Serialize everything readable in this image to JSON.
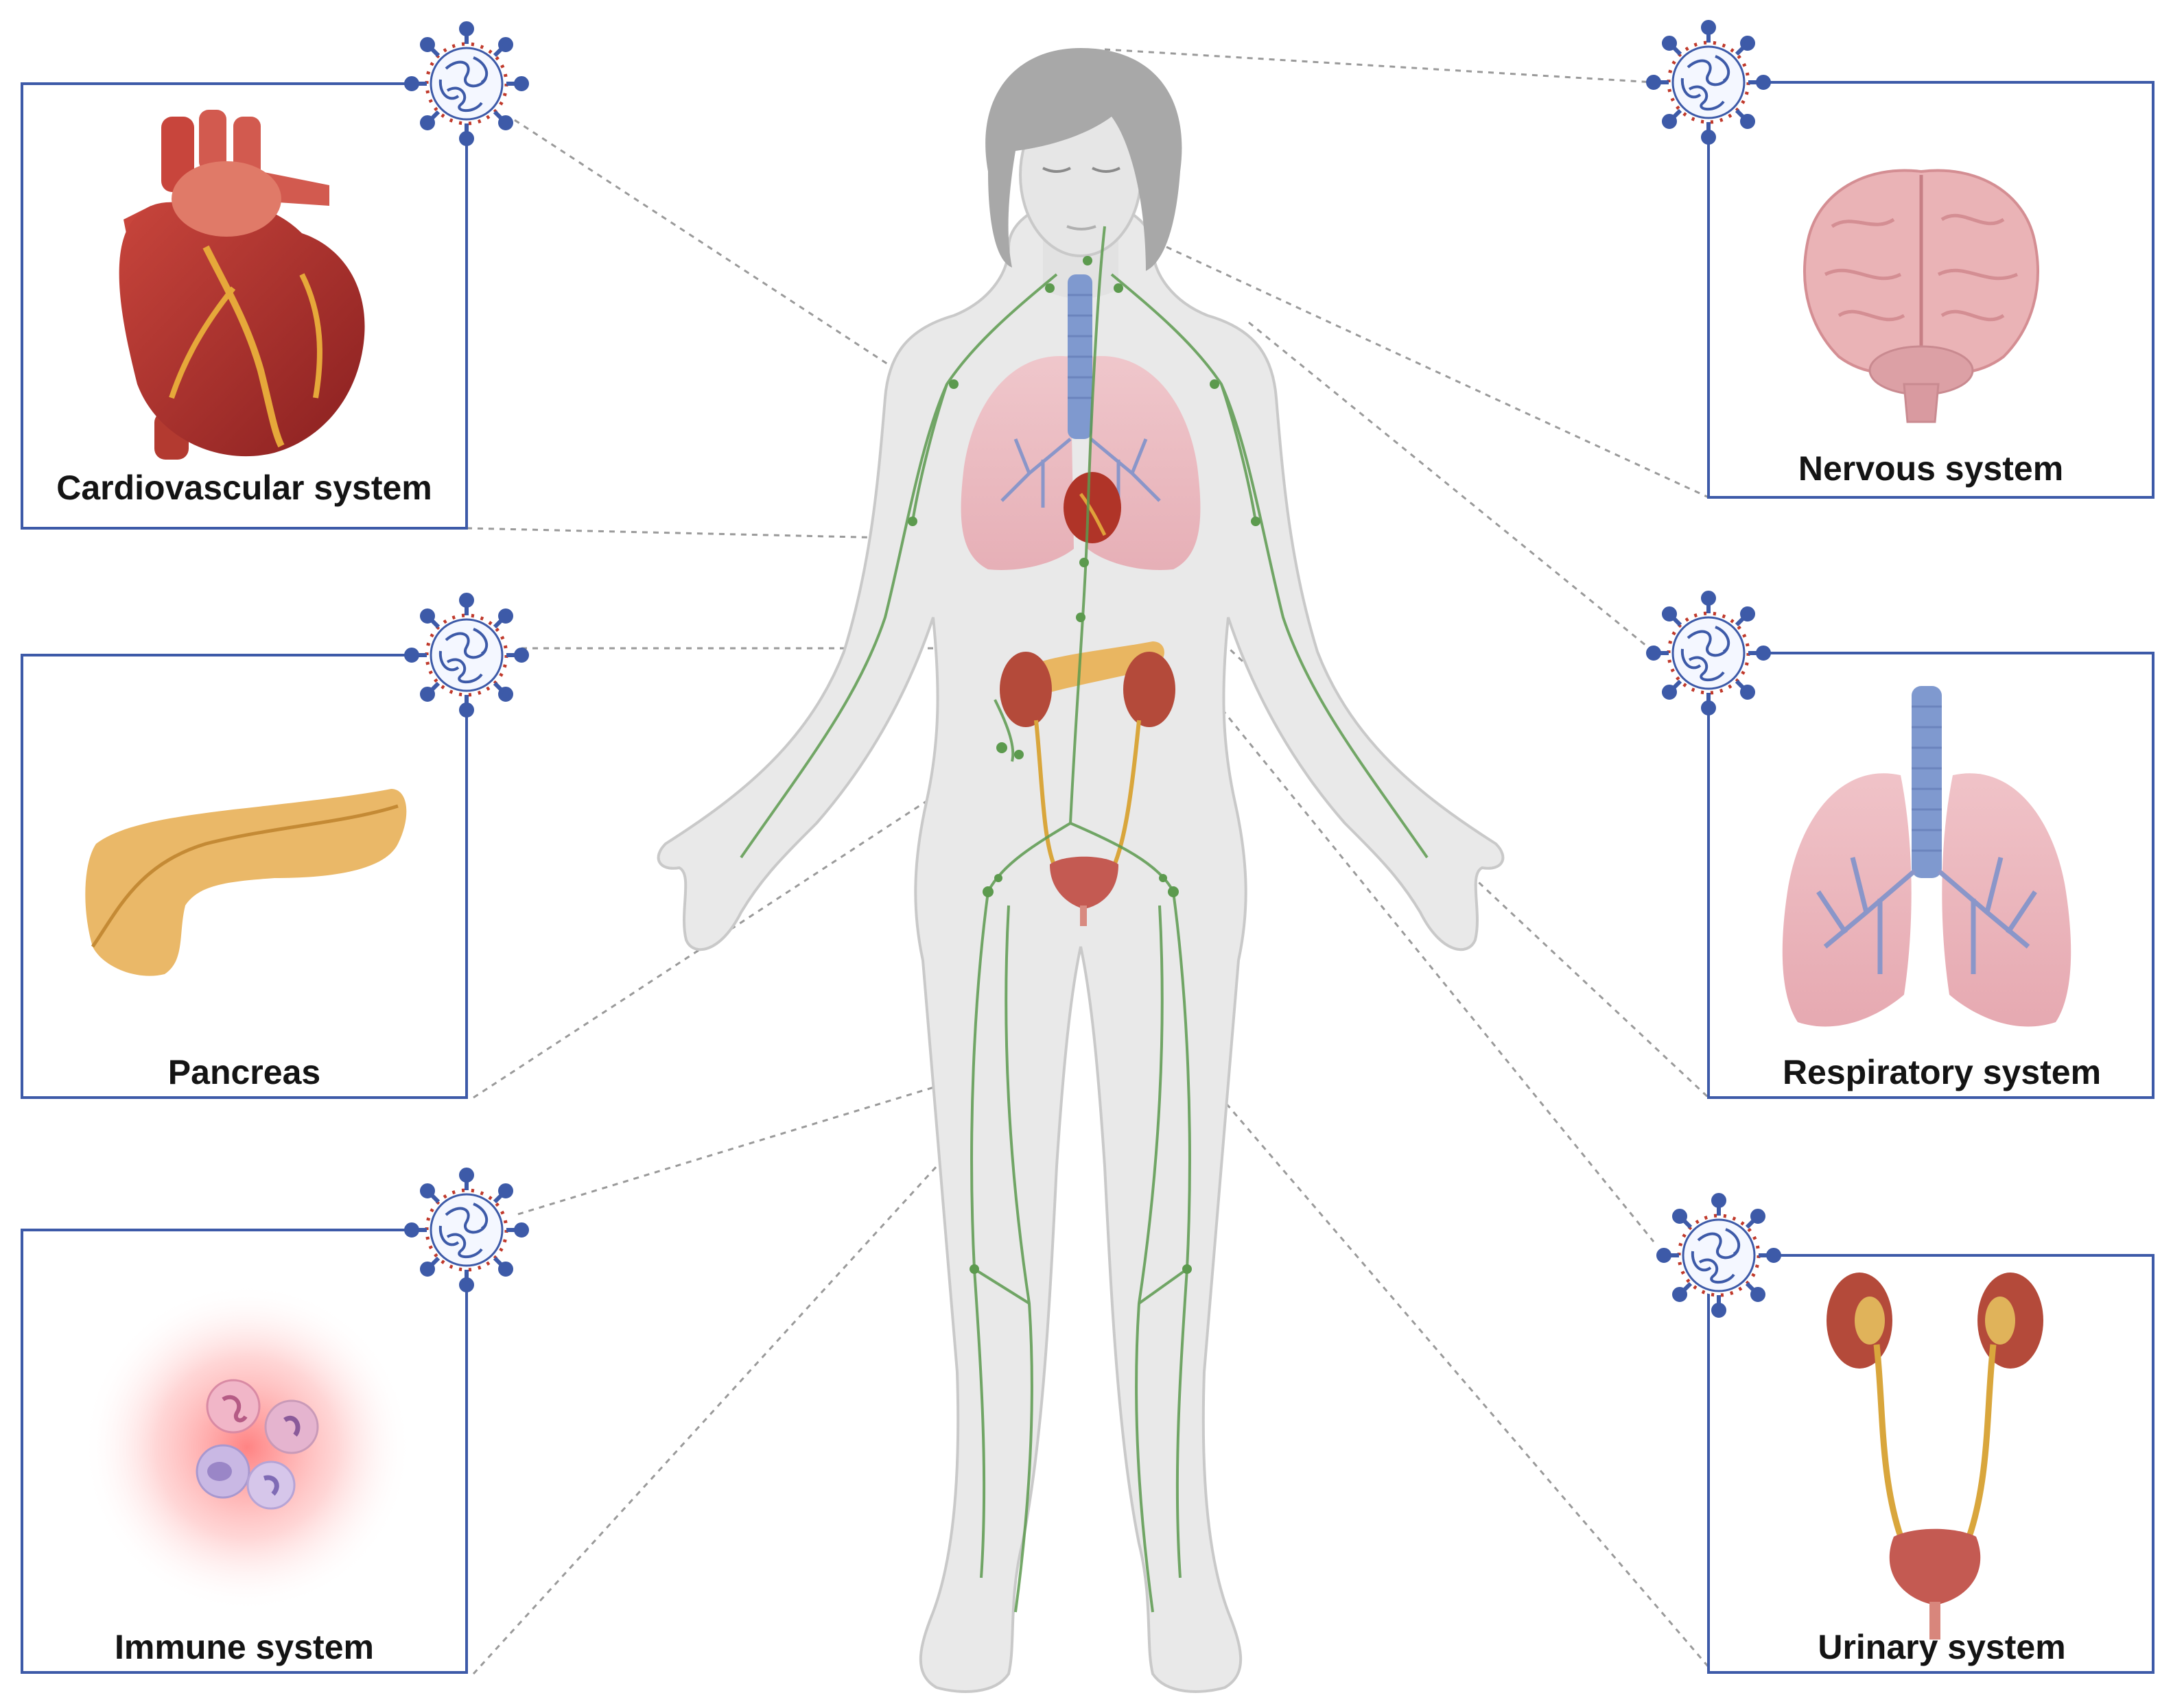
{
  "diagram": {
    "panels": [
      {
        "id": "cardiovascular",
        "label": "Cardiovascular system",
        "icon": "heart-icon"
      },
      {
        "id": "pancreas",
        "label": "Pancreas",
        "icon": "pancreas-icon"
      },
      {
        "id": "immune",
        "label": "Immune system",
        "icon": "immune-cells-icon"
      },
      {
        "id": "nervous",
        "label": "Nervous system",
        "icon": "brain-icon"
      },
      {
        "id": "respiratory",
        "label": "Respiratory system",
        "icon": "lungs-icon"
      },
      {
        "id": "urinary",
        "label": "Urinary system",
        "icon": "urinary-tract-icon"
      }
    ],
    "virus_icon": "coronavirus-icon",
    "center_figure": "human-body-lymphatic-icon",
    "colors": {
      "panel_border": "#3d5aa8",
      "virus_blue": "#3d5aa8",
      "lymph_green": "#5c9a4e",
      "body_fill": "#e9e9e9",
      "body_stroke": "#c9c9c9",
      "hair": "#a8a8a8",
      "connector": "#9a9a9a"
    }
  }
}
